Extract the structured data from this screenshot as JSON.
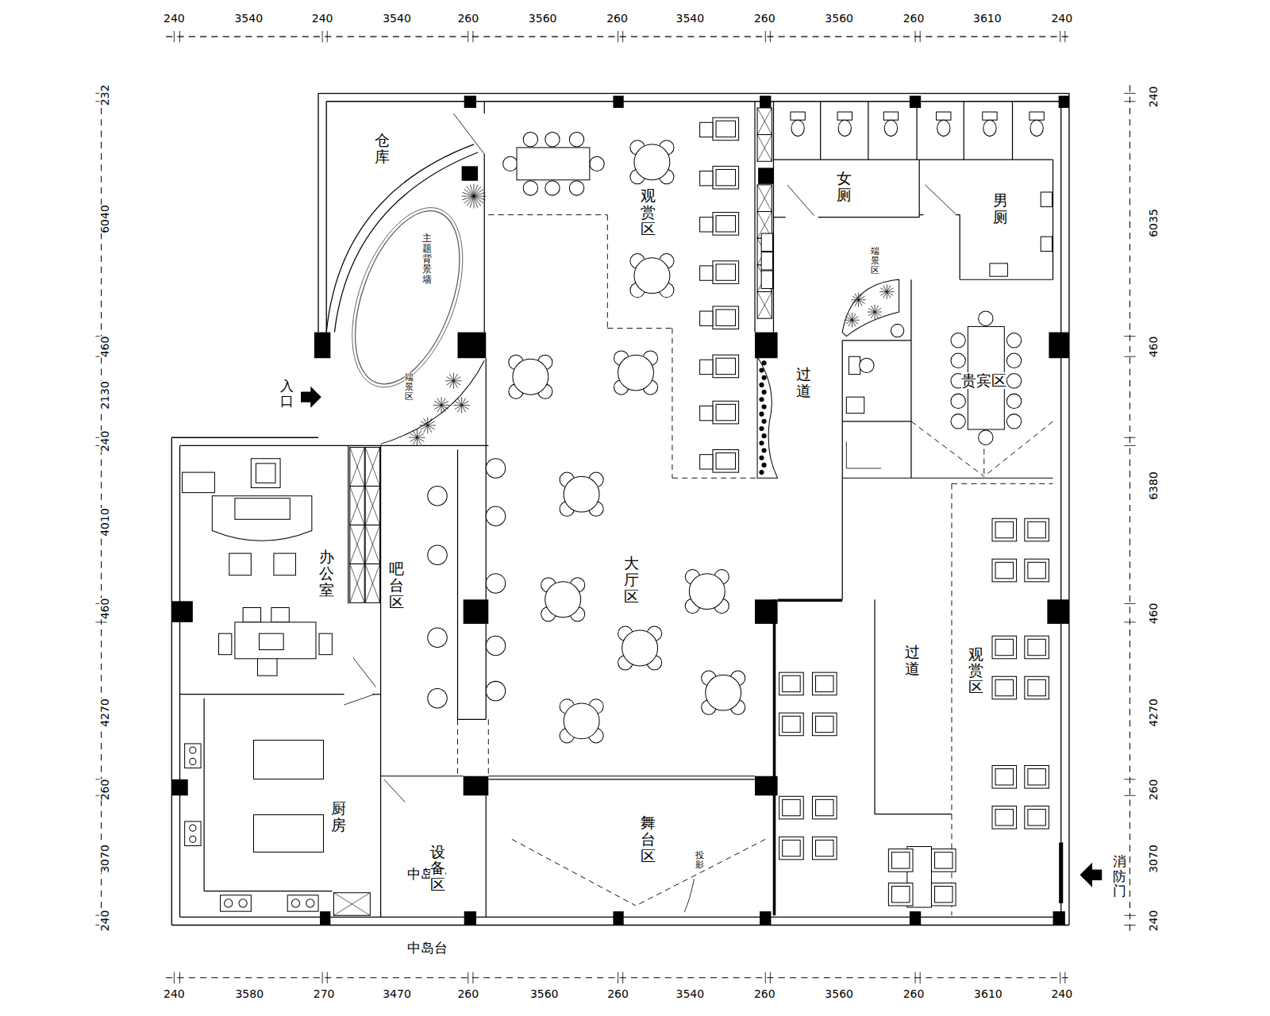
{
  "diagram": {
    "nodes": [
      {
        "text": [
          "仓库"
        ]
      },
      {
        "text": [
          "观赏区"
        ]
      },
      {
        "text": [
          "女厕"
        ]
      },
      {
        "text": [
          "男厕"
        ]
      },
      {
        "text": [
          "过道"
        ]
      },
      {
        "text": [
          "贵宾区"
        ]
      },
      {
        "text": [
          "大厅区"
        ]
      },
      {
        "text": [
          "吧台区"
        ]
      },
      {
        "text": [
          "办公室"
        ]
      },
      {
        "text": [
          "厨房"
        ]
      },
      {
        "text": [
          "中岛台"
        ],
        "in": 9
      },
      {
        "text": [
          "中岛台"
        ],
        "in": 9
      },
      {
        "text": [
          "设备区"
        ]
      },
      {
        "text": [
          "舞台区"
        ]
      },
      {
        "text": [
          "过道"
        ]
      },
      {
        "text": [
          "观赏区"
        ]
      }
    ],
    "labels": [
      "主题背景墙",
      "端景区",
      "端景区",
      "入口",
      "消防门",
      "投影",
      "240",
      "3540",
      "240",
      "3540",
      "260",
      "3560",
      "260",
      "3540",
      "260",
      "3560",
      "260",
      "3610",
      "240",
      "240",
      "3580",
      "270",
      "3470",
      "260",
      "3560",
      "260",
      "3540",
      "260",
      "3560",
      "260",
      "3610",
      "240",
      "232",
      "6040",
      "460",
      "2130",
      "240",
      "4010",
      "460",
      "4270",
      "260",
      "3070",
      "240",
      "240",
      "6035",
      "460",
      "6380",
      "460",
      "4270",
      "260",
      "3070",
      "240"
    ]
  }
}
